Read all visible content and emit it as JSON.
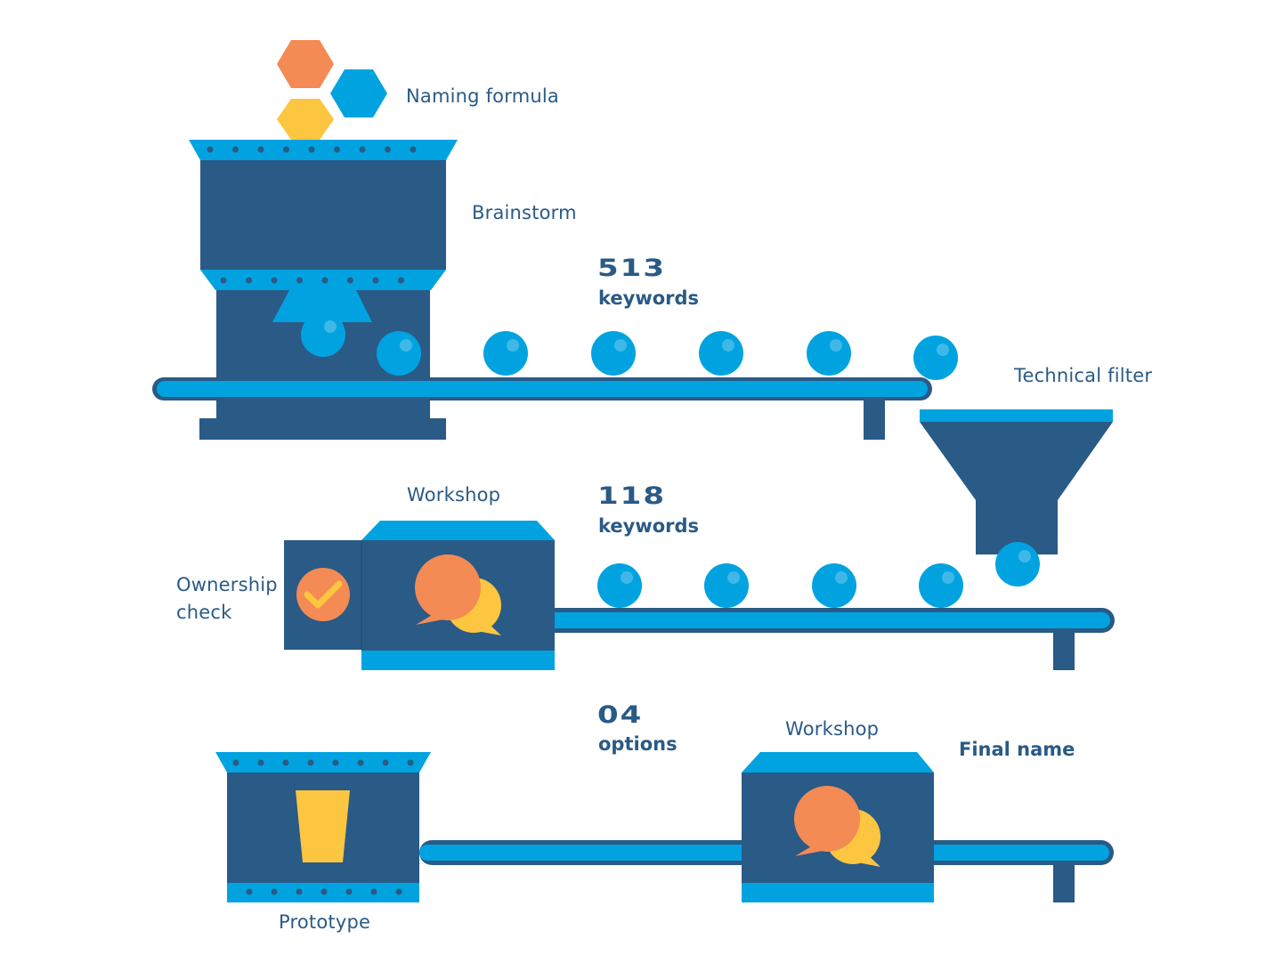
{
  "colors": {
    "dark_blue": "#2a5a86",
    "light_blue": "#00a3e0",
    "orange": "#f48a54",
    "yellow": "#fdc640",
    "white": "#ffffff"
  },
  "labels": {
    "naming_formula": "Naming formula",
    "brainstorm": "Brainstorm",
    "technical_filter": "Technical filter",
    "workshop_1": "Workshop",
    "ownership_line1": "Ownership",
    "ownership_line2": "check",
    "workshop_2": "Workshop",
    "final_name": "Final name",
    "prototype": "Prototype"
  },
  "stages": [
    {
      "count": "513",
      "unit": "keywords"
    },
    {
      "count": "118",
      "unit": "keywords"
    },
    {
      "count": "04",
      "unit": "options"
    }
  ],
  "icons": {
    "hexagons": [
      "hexagon-icon"
    ],
    "check": "checkmark-icon",
    "speech": "speech-bubble-icon",
    "cup": "cup-icon"
  }
}
